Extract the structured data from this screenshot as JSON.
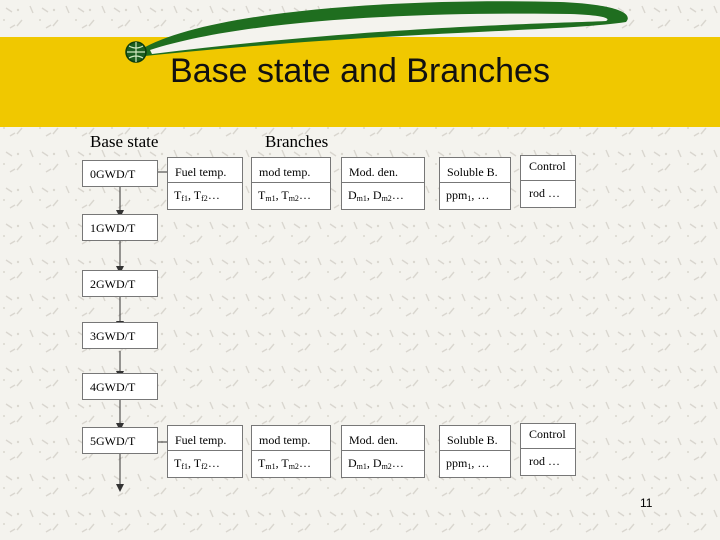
{
  "title": "Base state and Branches",
  "headers": {
    "base": "Base state",
    "branches": "Branches"
  },
  "burnups": [
    "0GWD/T",
    "1GWD/T",
    "2GWD/T",
    "3GWD/T",
    "4GWD/T",
    "5GWD/T"
  ],
  "branch_groups": [
    {
      "top": [
        "Fuel temp.",
        "mod temp.",
        "Mod. den.",
        "Soluble B.",
        "Control"
      ],
      "bottom": [
        {
          "a": "T",
          "sa": "f1",
          "b": ", T",
          "sb": "f2",
          "c": "…"
        },
        {
          "a": "T",
          "sa": "m1",
          "b": ", T",
          "sb": "m2",
          "c": "…"
        },
        {
          "a": "D",
          "sa": "m1",
          "b": ", D",
          "sb": "m2",
          "c": "…"
        },
        {
          "a": "ppm",
          "sa": "1",
          "b": ", …",
          "sb": "",
          "c": ""
        },
        {
          "a": "rod …",
          "sa": "",
          "b": "",
          "sb": "",
          "c": ""
        }
      ]
    },
    {
      "top": [
        "Fuel temp.",
        "mod temp.",
        "Mod. den.",
        "Soluble B.",
        "Control"
      ],
      "bottom": [
        {
          "a": "T",
          "sa": "f1",
          "b": ", T",
          "sb": "f2",
          "c": "…"
        },
        {
          "a": "T",
          "sa": "m1",
          "b": ", T",
          "sb": "m2",
          "c": "…"
        },
        {
          "a": "D",
          "sa": "m1",
          "b": ", D",
          "sb": "m2",
          "c": "…"
        },
        {
          "a": "ppm",
          "sa": "1",
          "b": ", …",
          "sb": "",
          "c": ""
        },
        {
          "a": "rod …",
          "sa": "",
          "b": "",
          "sb": "",
          "c": ""
        }
      ]
    }
  ],
  "page_number": "11",
  "colors": {
    "band": "#f0c800",
    "swoosh": "#1f6e1f",
    "background": "#f4f3ee"
  }
}
